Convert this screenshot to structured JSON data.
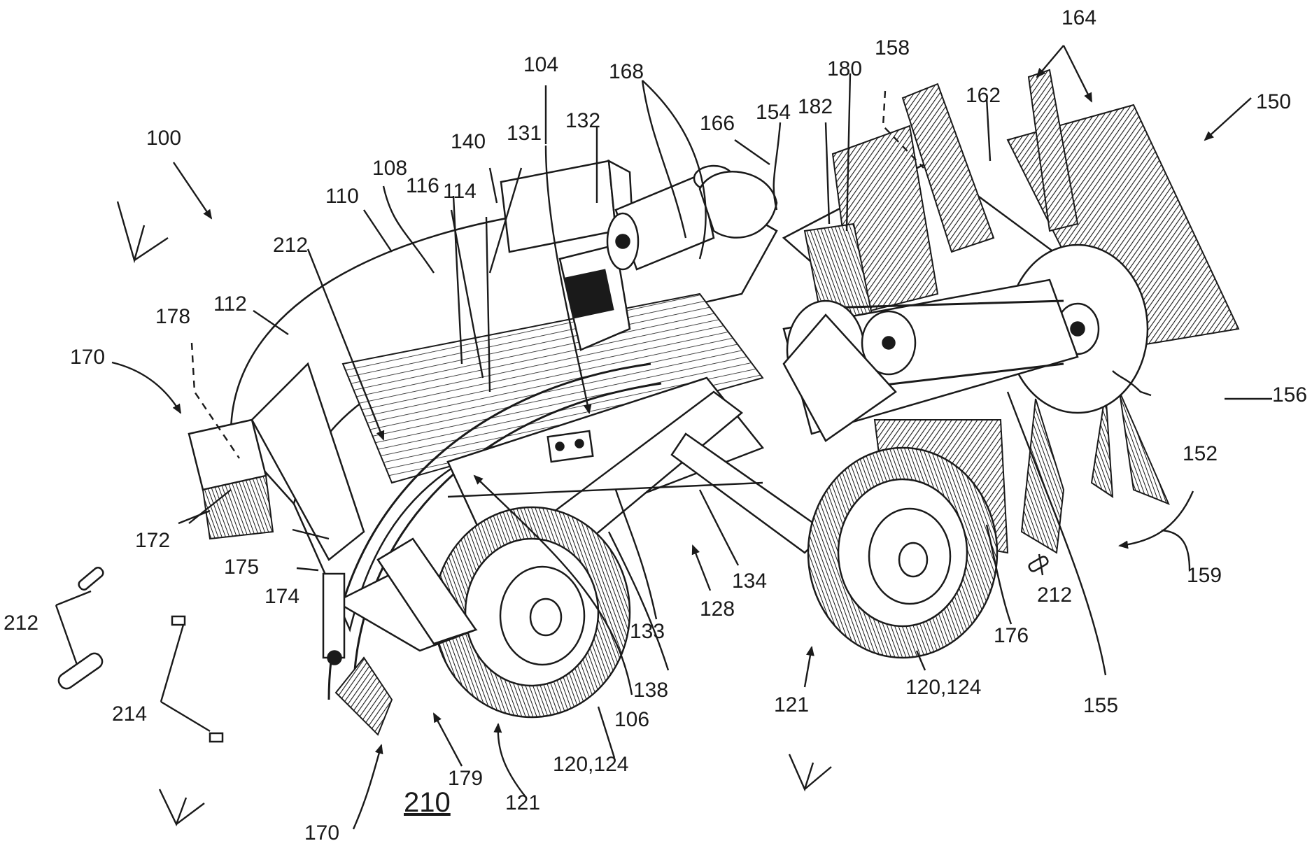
{
  "figure": {
    "reference_labels": {
      "l100": "100",
      "l104": "104",
      "l106": "106",
      "l108": "108",
      "l110": "110",
      "l112": "112",
      "l114": "114",
      "l116": "116",
      "l121a": "121",
      "l121b": "121",
      "l128": "128",
      "l131": "131",
      "l132": "132",
      "l133": "133",
      "l134": "134",
      "l138": "138",
      "l140": "140",
      "l150": "150",
      "l152": "152",
      "l154": "154",
      "l155": "155",
      "l156": "156",
      "l158": "158",
      "l159": "159",
      "l162": "162",
      "l164": "164",
      "l166": "166",
      "l168": "168",
      "l170a": "170",
      "l170b": "170",
      "l172": "172",
      "l174": "174",
      "l175": "175",
      "l176": "176",
      "l178": "178",
      "l179": "179",
      "l180": "180",
      "l182": "182",
      "l212a": "212",
      "l212b": "212",
      "l212c": "212",
      "l214": "214",
      "l120_124a": "120,124",
      "l120_124b": "120,124",
      "l210": "210"
    }
  }
}
